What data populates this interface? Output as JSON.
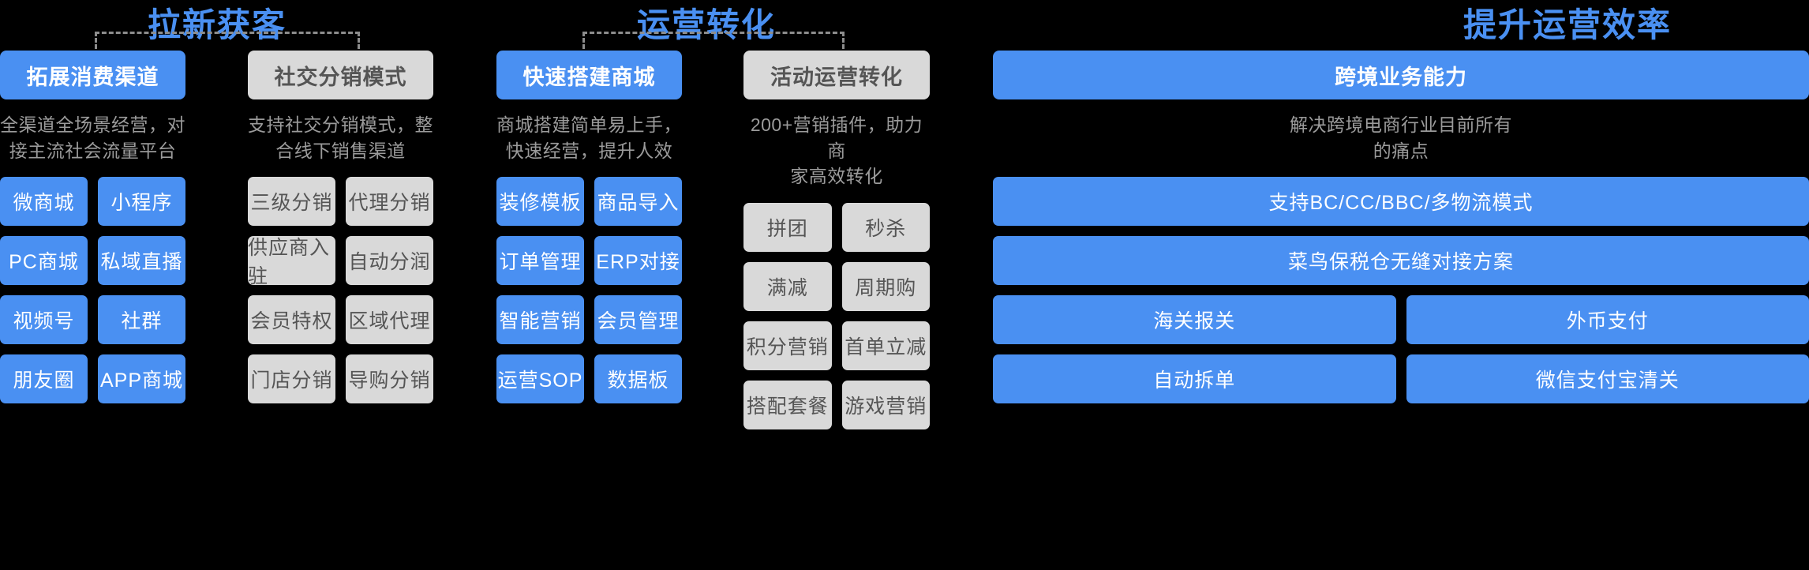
{
  "groups": [
    {
      "label": "拉新获客"
    },
    {
      "label": "运营转化"
    },
    {
      "label": "提升运营效率"
    }
  ],
  "columns": [
    {
      "style": "blue",
      "title": "拓展消费渠道",
      "desc": "全渠道全场景经营，对\n接主流社会流量平台",
      "tags": [
        "微商城",
        "小程序",
        "PC商城",
        "私域直播",
        "视频号",
        "社群",
        "朋友圈",
        "APP商城"
      ],
      "tag_style": "blue"
    },
    {
      "style": "grey",
      "title": "社交分销模式",
      "desc": "支持社交分销模式，整\n合线下销售渠道",
      "tags": [
        "三级分销",
        "代理分销",
        "供应商入驻",
        "自动分润",
        "会员特权",
        "区域代理",
        "门店分销",
        "导购分销"
      ],
      "tag_style": "grey"
    },
    {
      "style": "blue",
      "title": "快速搭建商城",
      "desc": "商城搭建简单易上手，\n快速经营，提升人效",
      "tags": [
        "装修模板",
        "商品导入",
        "订单管理",
        "ERP对接",
        "智能营销",
        "会员管理",
        "运营SOP",
        "数据板"
      ],
      "tag_style": "blue"
    },
    {
      "style": "grey",
      "title": "活动运营转化",
      "desc": "200+营销插件，助力商\n家高效转化",
      "tags": [
        "拼团",
        "秒杀",
        "满减",
        "周期购",
        "积分营销",
        "首单立减",
        "搭配套餐",
        "游戏营销"
      ],
      "tag_style": "grey"
    },
    {
      "style": "blue",
      "title": "跨境业务能力",
      "desc": "解决跨境电商行业目前所有\n的痛点",
      "tags": [
        "支持BC/CC/BBC/多物流模式",
        "菜鸟保税仓无缝对接方案",
        "海关报关",
        "外币支付",
        "自动拆单",
        "微信支付宝清关"
      ],
      "tag_spans": [
        2,
        2,
        1,
        1,
        1,
        1
      ],
      "tag_style": "blue"
    }
  ],
  "colors": {
    "background": "#000000",
    "accent_blue": "#4a90f2",
    "chip_grey": "#d9d9d9",
    "text_grey": "#9b9b9b",
    "connector_grey": "#8d8d8d"
  }
}
